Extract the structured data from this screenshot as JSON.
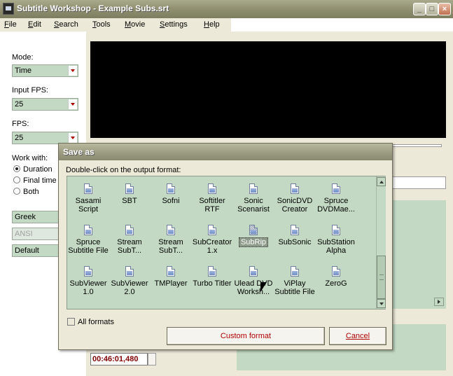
{
  "window": {
    "title": "Subtitle Workshop - Example Subs.srt"
  },
  "menu": [
    "File",
    "Edit",
    "Search",
    "Tools",
    "Movie",
    "Settings",
    "Help"
  ],
  "left_panel": {
    "mode_label": "Mode:",
    "mode_value": "Time",
    "input_fps_label": "Input FPS:",
    "input_fps_value": "25",
    "fps_label": "FPS:",
    "fps_value": "25",
    "work_with_label": "Work with:",
    "work_with_options": [
      "Duration",
      "Final time",
      "Both"
    ],
    "work_with_selected": "Duration",
    "charset_value": "Greek",
    "encoding_value": "ANSI",
    "style_value": "Default"
  },
  "time_field": "00:46:01,480",
  "dialog": {
    "title": "Save as",
    "hint": "Double-click on the output format:",
    "formats": [
      "Sasami Script",
      "SBT",
      "Sofni",
      "Softitler RTF",
      "Sonic Scenarist",
      "SonicDVD Creator",
      "Spruce DVDMae...",
      "Spruce Subtitle File",
      "Stream SubT...",
      "Stream SubT...",
      "SubCreator 1.x",
      "SubRip",
      "SubSonic",
      "SubStation Alpha",
      "SubViewer 1.0",
      "SubViewer 2.0",
      "TMPlayer",
      "Turbo Titler",
      "Ulead DVD Worksh...",
      "ViPlay Subtitle File",
      "ZeroG"
    ],
    "selected_format": "SubRip",
    "all_formats_label": "All formats",
    "custom_format_label": "Custom format",
    "cancel_label": "Cancel"
  },
  "colors": {
    "accent_green": "#c3d9c3",
    "button_text": "#b00000",
    "time_text": "#800000"
  }
}
